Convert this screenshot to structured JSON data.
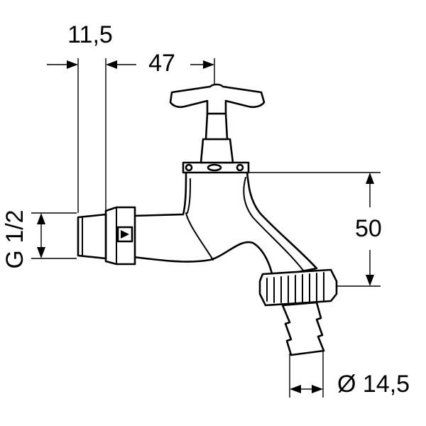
{
  "dimensions": {
    "thread_length": "11,5",
    "spout_offset": "47",
    "outlet_height": "50",
    "thread_size": "G 1/2",
    "hose_diameter": "Ø 14,5"
  }
}
